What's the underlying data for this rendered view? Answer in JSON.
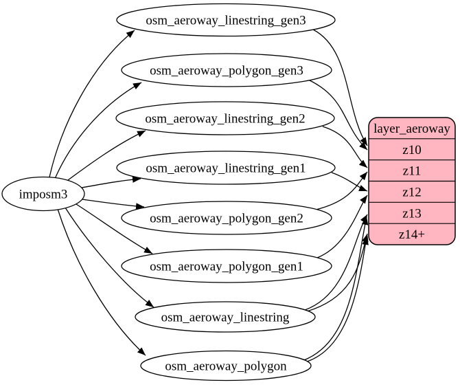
{
  "diagram": {
    "source": {
      "label": "imposm3"
    },
    "tables": [
      {
        "label": "osm_aeroway_linestring_gen3"
      },
      {
        "label": "osm_aeroway_polygon_gen3"
      },
      {
        "label": "osm_aeroway_linestring_gen2"
      },
      {
        "label": "osm_aeroway_linestring_gen1"
      },
      {
        "label": "osm_aeroway_polygon_gen2"
      },
      {
        "label": "osm_aeroway_polygon_gen1"
      },
      {
        "label": "osm_aeroway_linestring"
      },
      {
        "label": "osm_aeroway_polygon"
      }
    ],
    "layer": {
      "title": "layer_aeroway",
      "rows": [
        "z10",
        "z11",
        "z12",
        "z13",
        "z14+"
      ]
    },
    "edges": [
      {
        "from": "imposm3",
        "to": "osm_aeroway_linestring_gen3"
      },
      {
        "from": "imposm3",
        "to": "osm_aeroway_polygon_gen3"
      },
      {
        "from": "imposm3",
        "to": "osm_aeroway_linestring_gen2"
      },
      {
        "from": "imposm3",
        "to": "osm_aeroway_linestring_gen1"
      },
      {
        "from": "imposm3",
        "to": "osm_aeroway_polygon_gen2"
      },
      {
        "from": "imposm3",
        "to": "osm_aeroway_polygon_gen1"
      },
      {
        "from": "imposm3",
        "to": "osm_aeroway_linestring"
      },
      {
        "from": "imposm3",
        "to": "osm_aeroway_polygon"
      },
      {
        "from": "osm_aeroway_linestring_gen3",
        "to": "layer_aeroway:z10"
      },
      {
        "from": "osm_aeroway_polygon_gen3",
        "to": "layer_aeroway:z10"
      },
      {
        "from": "osm_aeroway_linestring_gen2",
        "to": "layer_aeroway:z11"
      },
      {
        "from": "osm_aeroway_polygon_gen2",
        "to": "layer_aeroway:z11"
      },
      {
        "from": "osm_aeroway_linestring_gen1",
        "to": "layer_aeroway:z12"
      },
      {
        "from": "osm_aeroway_polygon_gen1",
        "to": "layer_aeroway:z12"
      },
      {
        "from": "osm_aeroway_linestring",
        "to": "layer_aeroway:z13"
      },
      {
        "from": "osm_aeroway_polygon",
        "to": "layer_aeroway:z13"
      },
      {
        "from": "osm_aeroway_linestring",
        "to": "layer_aeroway:z14+"
      },
      {
        "from": "osm_aeroway_polygon",
        "to": "layer_aeroway:z14+"
      }
    ],
    "colors": {
      "layer_fill": "#ffb6c1",
      "table_fill": "#ffffff",
      "stroke": "#000000",
      "background": "#ffffff"
    }
  }
}
